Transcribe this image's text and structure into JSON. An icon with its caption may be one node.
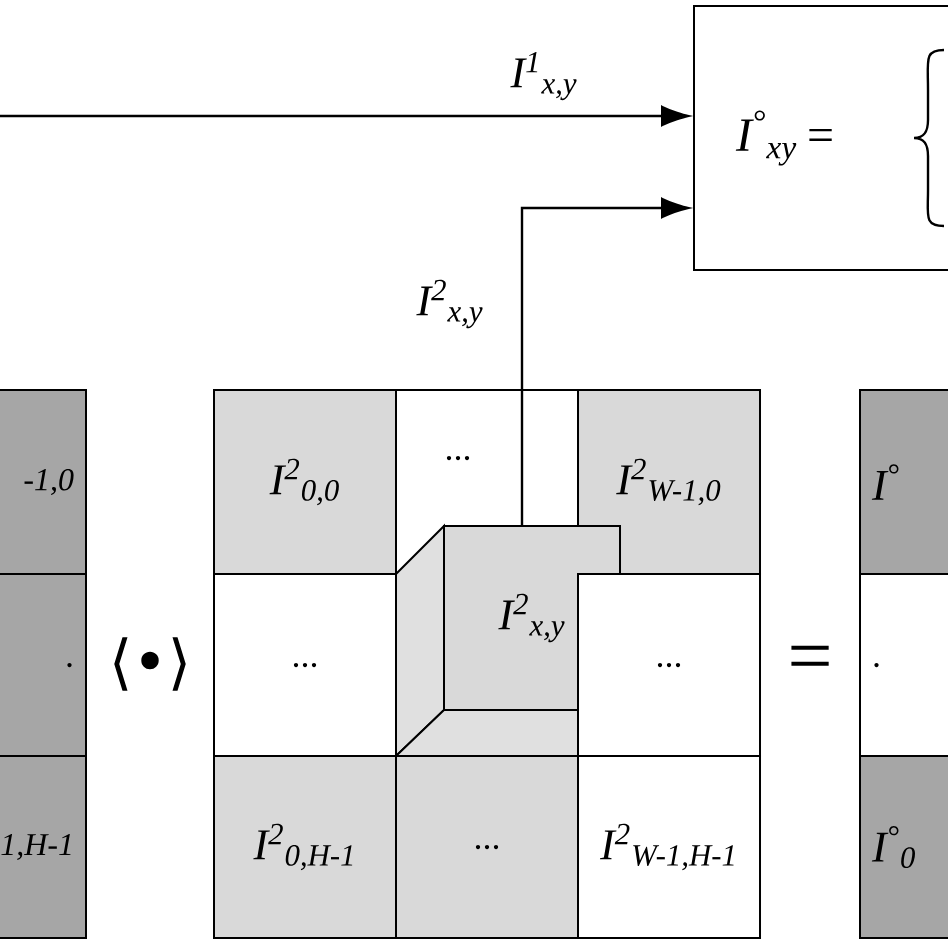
{
  "diagram": {
    "nodes": [
      {
        "text": [
          "I$^{°}$$_{xy}$ ="
        ]
      },
      {
        "text": [
          "-1,0"
        ]
      },
      {
        "text": [
          "."
        ]
      },
      {
        "text": [
          "1,H-1"
        ]
      },
      {
        "text": [
          "I$^{2}$$_{0,0}$"
        ]
      },
      {
        "text": [
          "..."
        ]
      },
      {
        "text": [
          "I$^{2}$$_{W-1,0}$"
        ]
      },
      {
        "text": [
          "..."
        ]
      },
      {
        "text": [
          "I$^{2}$$_{x,y}$"
        ]
      },
      {
        "text": [
          "..."
        ]
      },
      {
        "text": [
          "I$^{2}$$_{0,H-1}$"
        ]
      },
      {
        "text": [
          "..."
        ]
      },
      {
        "text": [
          "I$^{2}$$_{W-1,H-1}$"
        ]
      },
      {
        "text": [
          "I$^{°}$"
        ]
      },
      {
        "text": [
          "."
        ]
      },
      {
        "text": [
          "I$^{°}$$_{0}$"
        ]
      }
    ],
    "edges": [
      {
        "from": null,
        "to": 0,
        "arrow": "to",
        "label": "I$^{1}$$_{x,y}$"
      },
      {
        "from": 8,
        "to": 0,
        "arrow": "to",
        "label": "I$^{2}$$_{x,y}$"
      }
    ],
    "labels": [
      "⟨•⟩",
      "="
    ]
  }
}
